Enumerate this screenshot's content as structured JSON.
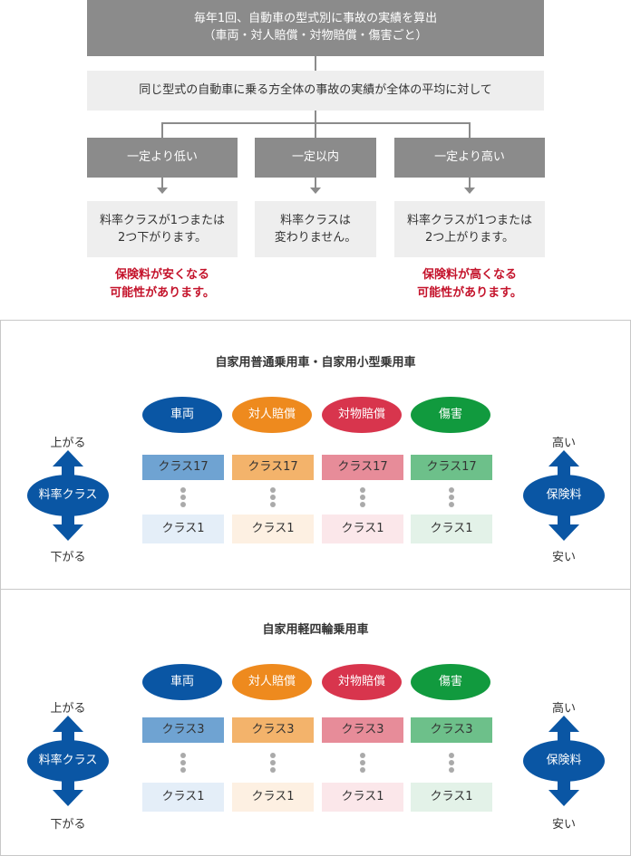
{
  "flow": {
    "title_line1": "毎年1回、自動車の型式別に事故の実績を算出",
    "title_line2": "（車両・対人賠償・対物賠償・傷害ごと）",
    "condition": "同じ型式の自動車に乗る方全体の事故の実績が全体の平均に対して",
    "branches": [
      {
        "label": "一定より低い",
        "result1": "料率クラスが1つまたは",
        "result2": "2つ下がります。",
        "note1": "保険料が安くなる",
        "note2": "可能性があります。"
      },
      {
        "label": "一定以内",
        "result1": "料率クラスは",
        "result2": "変わりません。",
        "note1": "",
        "note2": ""
      },
      {
        "label": "一定より高い",
        "result1": "料率クラスが1つまたは",
        "result2": "2つ上がります。",
        "note1": "保険料が高くなる",
        "note2": "可能性があります。"
      }
    ]
  },
  "panels": [
    {
      "title": "自家用普通乗用車・自家用小型乗用車",
      "categories": [
        {
          "label": "車両",
          "color": "#0a56a4",
          "top_class": "クラス17",
          "bottom_class": "クラス1",
          "top_bg": "#6fa3d2",
          "bot_bg": "#e4eef8"
        },
        {
          "label": "対人賠償",
          "color": "#ee8a1e",
          "top_class": "クラス17",
          "bottom_class": "クラス1",
          "top_bg": "#f3b36b",
          "bot_bg": "#fdf0e2"
        },
        {
          "label": "対物賠償",
          "color": "#d8354d",
          "top_class": "クラス17",
          "bottom_class": "クラス1",
          "top_bg": "#e78c99",
          "bot_bg": "#fbe7ea"
        },
        {
          "label": "傷害",
          "color": "#119a3e",
          "top_class": "クラス17",
          "bottom_class": "クラス1",
          "top_bg": "#6dc08a",
          "bot_bg": "#e3f2e8"
        }
      ]
    },
    {
      "title": "自家用軽四輪乗用車",
      "categories": [
        {
          "label": "車両",
          "color": "#0a56a4",
          "top_class": "クラス3",
          "bottom_class": "クラス1",
          "top_bg": "#6fa3d2",
          "bot_bg": "#e4eef8"
        },
        {
          "label": "対人賠償",
          "color": "#ee8a1e",
          "top_class": "クラス3",
          "bottom_class": "クラス1",
          "top_bg": "#f3b36b",
          "bot_bg": "#fdf0e2"
        },
        {
          "label": "対物賠償",
          "color": "#d8354d",
          "top_class": "クラス3",
          "bottom_class": "クラス1",
          "top_bg": "#e78c99",
          "bot_bg": "#fbe7ea"
        },
        {
          "label": "傷害",
          "color": "#119a3e",
          "top_class": "クラス3",
          "bottom_class": "クラス1",
          "top_bg": "#6dc08a",
          "bot_bg": "#e3f2e8"
        }
      ]
    }
  ],
  "left_axis": {
    "label": "料率クラス",
    "up": "上がる",
    "down": "下がる"
  },
  "right_axis": {
    "label": "保険料",
    "up": "高い",
    "down": "安い"
  },
  "colors": {
    "accent_blue": "#0a56a4",
    "note_red": "#c4132b",
    "flow_gray": "#8b8b8b",
    "flow_light": "#eeeeee"
  }
}
